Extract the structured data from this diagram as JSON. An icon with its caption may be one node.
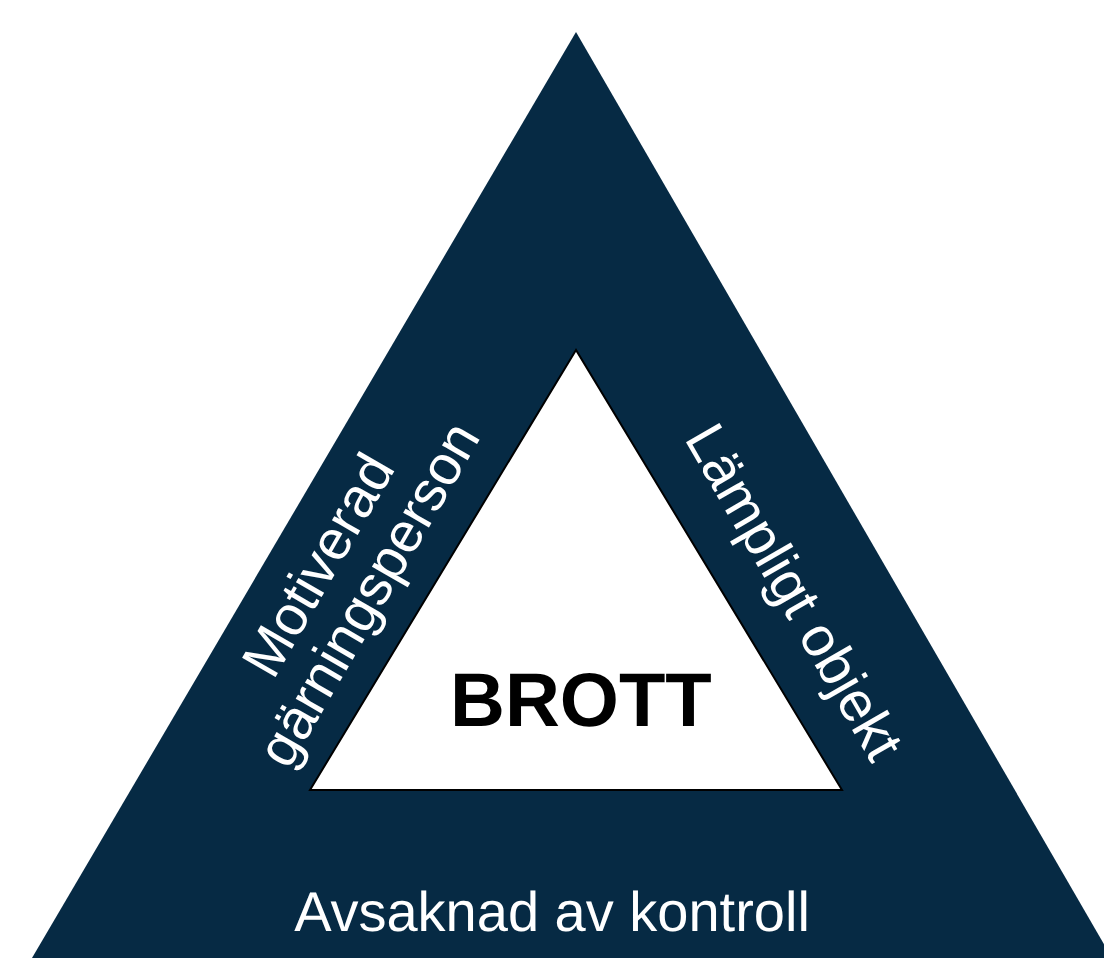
{
  "diagram": {
    "nodes": [
      {
        "text": [
          "Motiverad gärningsperson",
          "Lämpligt objekt",
          "Avsaknad av kontroll"
        ]
      },
      {
        "text": [
          "BROTT"
        ],
        "in": 0
      }
    ]
  }
}
